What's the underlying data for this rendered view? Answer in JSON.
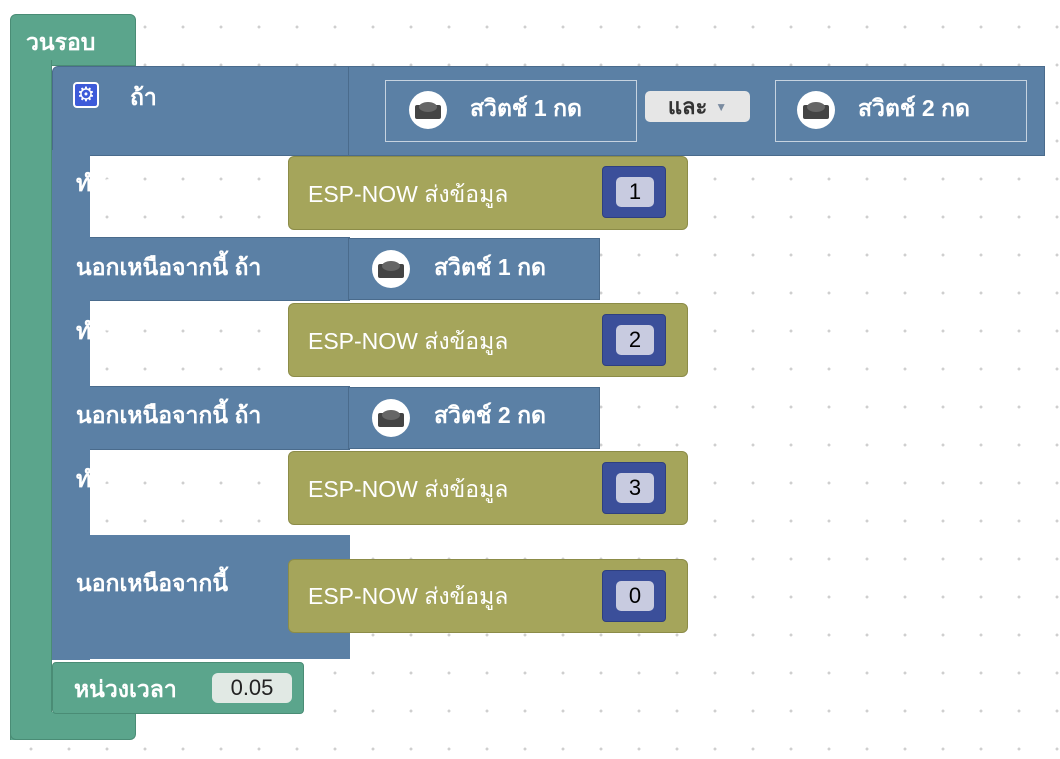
{
  "loop": {
    "label": "วนรอบ"
  },
  "if_block": {
    "if_label": "ถ้า",
    "do_label": "ทำ:",
    "elseif_label": "นอกเหนือจากนี้ ถ้า",
    "else_label": "นอกเหนือจากนี้"
  },
  "conditions": {
    "switch1": "สวิตช์ 1 กด",
    "switch2": "สวิตช์ 2 กด",
    "logic_op": "และ"
  },
  "esp": {
    "label": "ESP-NOW ส่งข้อมูล",
    "values": [
      "1",
      "2",
      "3",
      "0"
    ]
  },
  "delay": {
    "label": "หน่วงเวลา",
    "value": "0.05"
  },
  "icons": {
    "gear": "gear-icon",
    "switch": "pushbutton-icon",
    "dropdown": "triangle-down-icon"
  },
  "colors": {
    "loop": "#5ba58c",
    "if": "#5b80a5",
    "esp": "#a5a55b",
    "number": "#3b4f9a"
  }
}
